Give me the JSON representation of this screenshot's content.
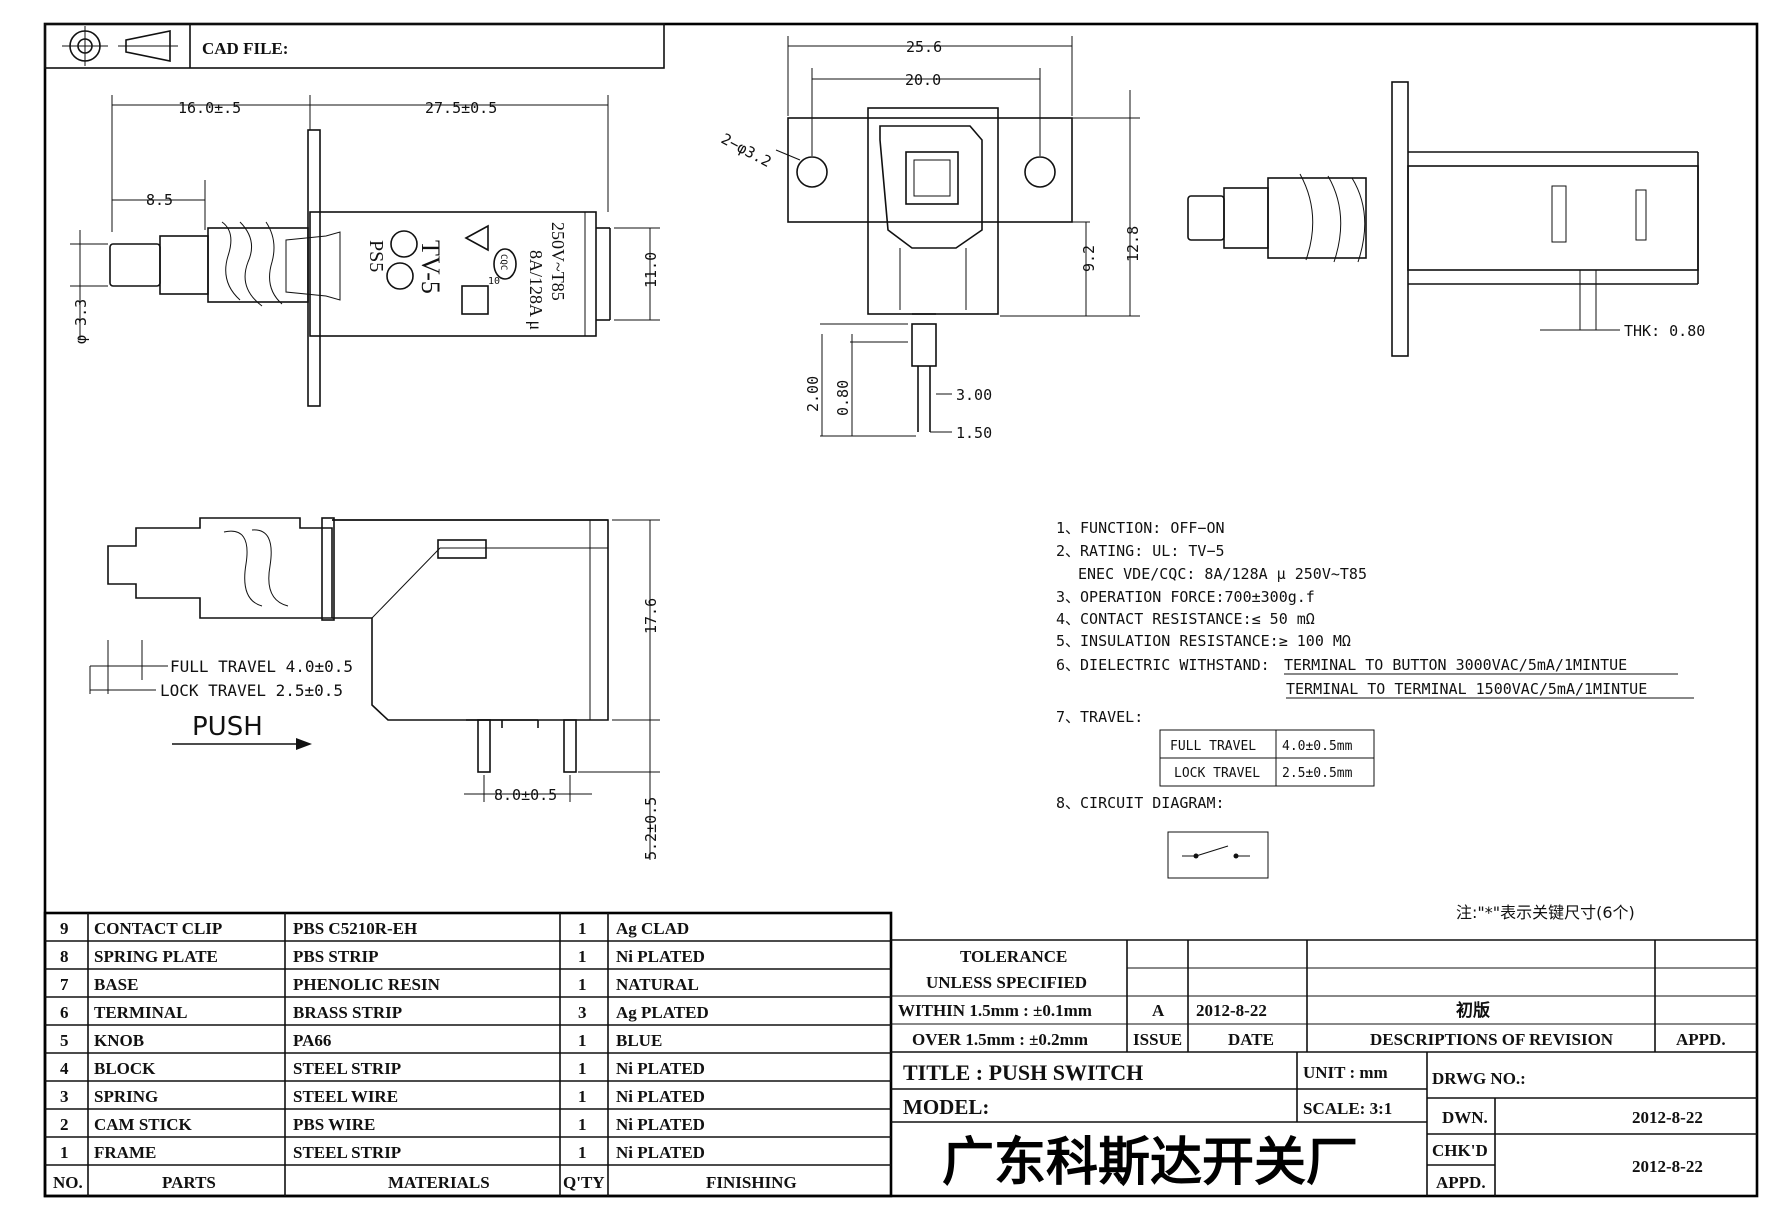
{
  "header": {
    "cad_file_label": "CAD FILE:"
  },
  "dimensions": {
    "d_16_0": "16.0±.5",
    "d_27_5": "27.5±0.5",
    "d_8_5": "8.5",
    "d_phi33": "φ 3.3",
    "d_11_0": "11.0",
    "d_25_6": "25.6",
    "d_20_0": "20.0",
    "d_holes": "2−φ3.2",
    "d_9_2": "9.2",
    "d_12_8": "12.8",
    "d_2_00": "2.00",
    "d_0_80": "0.80",
    "d_3_00": "3.00",
    "d_1_50": "1.50",
    "thk": "THK: 0.80",
    "d_17_6": "17.6",
    "d_8_0": "8.0±0.5",
    "d_5_2": "5.2±0.5",
    "full_travel": "FULL TRAVEL 4.0±0.5",
    "lock_travel": "LOCK TRAVEL 2.5±0.5",
    "push": "PUSH"
  },
  "body_marking": {
    "ps5": "PS5",
    "tv5": "TV-5",
    "rating": "8A/128A μ",
    "voltage": "250V~T85",
    "cqc": "CQC",
    "enec": "10"
  },
  "specs": {
    "s1": "1、FUNCTION:   OFF−ON",
    "s2": "2、RATING:   UL:   TV−5",
    "s2b": "ENEC VDE/CQC:   8A/128A μ 250V~T85",
    "s3": "3、OPERATION FORCE:700±300g.f",
    "s4": "4、CONTACT RESISTANCE:≤ 50 mΩ",
    "s5": "5、INSULATION RESISTANCE:≥ 100 MΩ",
    "s6": "6、DIELECTRIC WITHSTAND:",
    "s6a": "TERMINAL TO BUTTON 3000VAC/5mA/1MINTUE",
    "s6b": "TERMINAL TO TERMINAL 1500VAC/5mA/1MINTUE",
    "s7": "7、TRAVEL:",
    "travel_full_label": "FULL TRAVEL",
    "travel_full_value": "4.0±0.5mm",
    "travel_lock_label": "LOCK TRAVEL",
    "travel_lock_value": "2.5±0.5mm",
    "s8": "8、CIRCUIT DIAGRAM:",
    "note": "注:\"*\"表示关键尺寸(6个)"
  },
  "parts_table": {
    "headers": [
      "NO.",
      "PARTS",
      "MATERIALS",
      "Q'TY",
      "FINISHING"
    ],
    "rows": [
      [
        "9",
        "CONTACT CLIP",
        "PBS C5210R-EH",
        "1",
        "Ag CLAD"
      ],
      [
        "8",
        "SPRING PLATE",
        "PBS STRIP",
        "1",
        "Ni PLATED"
      ],
      [
        "7",
        "BASE",
        "PHENOLIC RESIN",
        "1",
        "NATURAL"
      ],
      [
        "6",
        "TERMINAL",
        "BRASS STRIP",
        "3",
        "Ag PLATED"
      ],
      [
        "5",
        "KNOB",
        "PA66",
        "1",
        "BLUE"
      ],
      [
        "4",
        "BLOCK",
        "STEEL STRIP",
        "1",
        "Ni PLATED"
      ],
      [
        "3",
        "SPRING",
        "STEEL WIRE",
        "1",
        "Ni PLATED"
      ],
      [
        "2",
        "CAM STICK",
        "PBS WIRE",
        "1",
        "Ni PLATED"
      ],
      [
        "1",
        "FRAME",
        "STEEL STRIP",
        "1",
        "Ni PLATED"
      ]
    ]
  },
  "title_block": {
    "tolerance": "TOLERANCE",
    "unless": "UNLESS   SPECIFIED",
    "within": "WITHIN 1.5mm : ±0.1mm",
    "over": "OVER 1.5mm : ±0.2mm",
    "issue_value": "A",
    "date_value": "2012-8-22",
    "revision_value": "初版",
    "issue_label": "ISSUE",
    "date_label": "DATE",
    "revision_label": "DESCRIPTIONS OF REVISION",
    "appd_label": "APPD.",
    "title": "TITLE : PUSH SWITCH",
    "model": "MODEL:",
    "unit": "UNIT :   mm",
    "scale": "SCALE:   3:1",
    "drwg_no": "DRWG NO.:",
    "dwn": "DWN.",
    "dwn_date": "2012-8-22",
    "chkd": "CHK'D",
    "appd": "APPD.",
    "chk_date": "2012-8-22",
    "company": "广东科斯达开关厂"
  }
}
